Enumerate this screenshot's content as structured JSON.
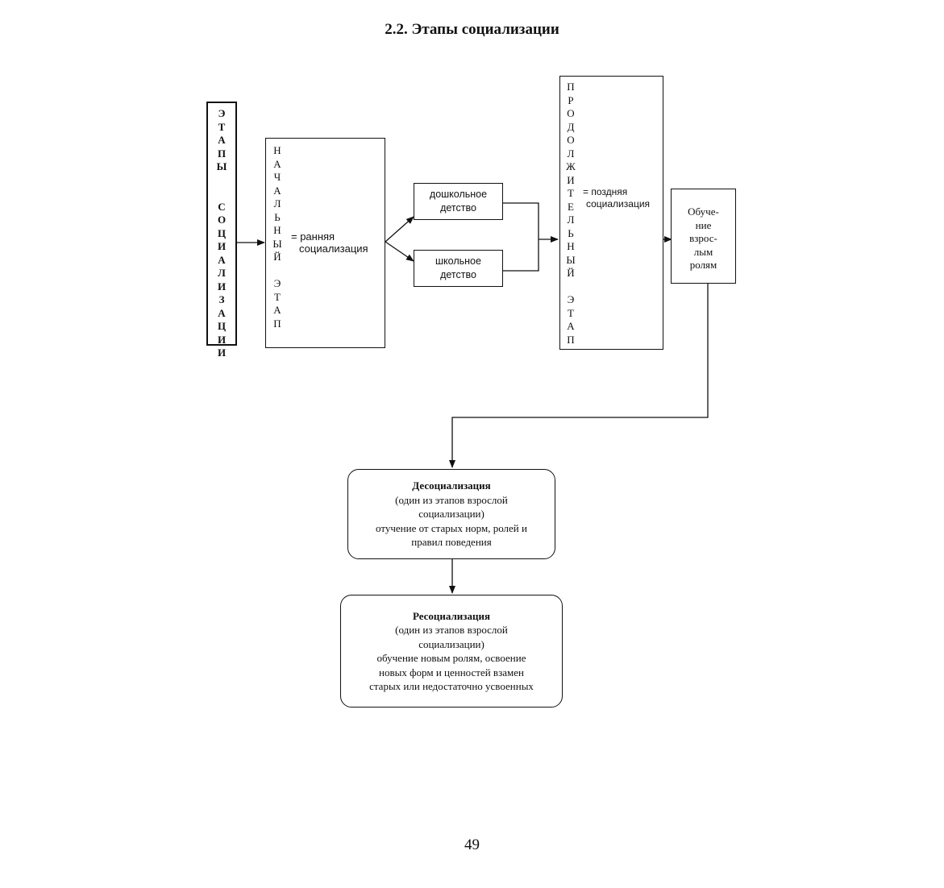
{
  "title": "2.2. Этапы социализации",
  "stages_label": [
    "Э",
    "Т",
    "А",
    "П",
    "Ы",
    "",
    "",
    "С",
    "О",
    "Ц",
    "И",
    "А",
    "Л",
    "И",
    "З",
    "А",
    "Ц",
    "И",
    "И"
  ],
  "initial_stage": {
    "letters": [
      "Н",
      "А",
      "Ч",
      "А",
      "Л",
      "Ь",
      "Н",
      "Ы",
      "Й",
      "",
      "Э",
      "Т",
      "А",
      "П"
    ],
    "meaning_line1": "= ранняя",
    "meaning_line2": "социализация"
  },
  "preschool": {
    "line1": "дошкольное",
    "line2": "детство"
  },
  "school": {
    "line1": "школьное",
    "line2": "детство"
  },
  "continuous_stage": {
    "letters": [
      "П",
      "Р",
      "О",
      "Д",
      "О",
      "Л",
      "Ж",
      "И",
      "Т",
      "Е",
      "Л",
      "Ь",
      "Н",
      "Ы",
      "Й",
      "",
      "Э",
      "Т",
      "А",
      "П"
    ],
    "meaning_line1": "= поздняя",
    "meaning_line2": "социализация"
  },
  "adult_roles": {
    "lines": [
      "Обуче-",
      "ние",
      "взрос-",
      "лым",
      "ролям"
    ]
  },
  "desocialization": {
    "title": "Десоциализация",
    "lines": [
      "(один из этапов взрослой",
      "социализации)",
      "отучение от старых норм, ролей и",
      "правил поведения"
    ]
  },
  "resocialization": {
    "title": "Ресоциализация",
    "lines": [
      "(один из этапов взрослой",
      "социализации)",
      "обучение новым ролям, освоение",
      "новых форм и ценностей взамен",
      "старых или недостаточно усвоенных"
    ]
  },
  "page_number": "49"
}
